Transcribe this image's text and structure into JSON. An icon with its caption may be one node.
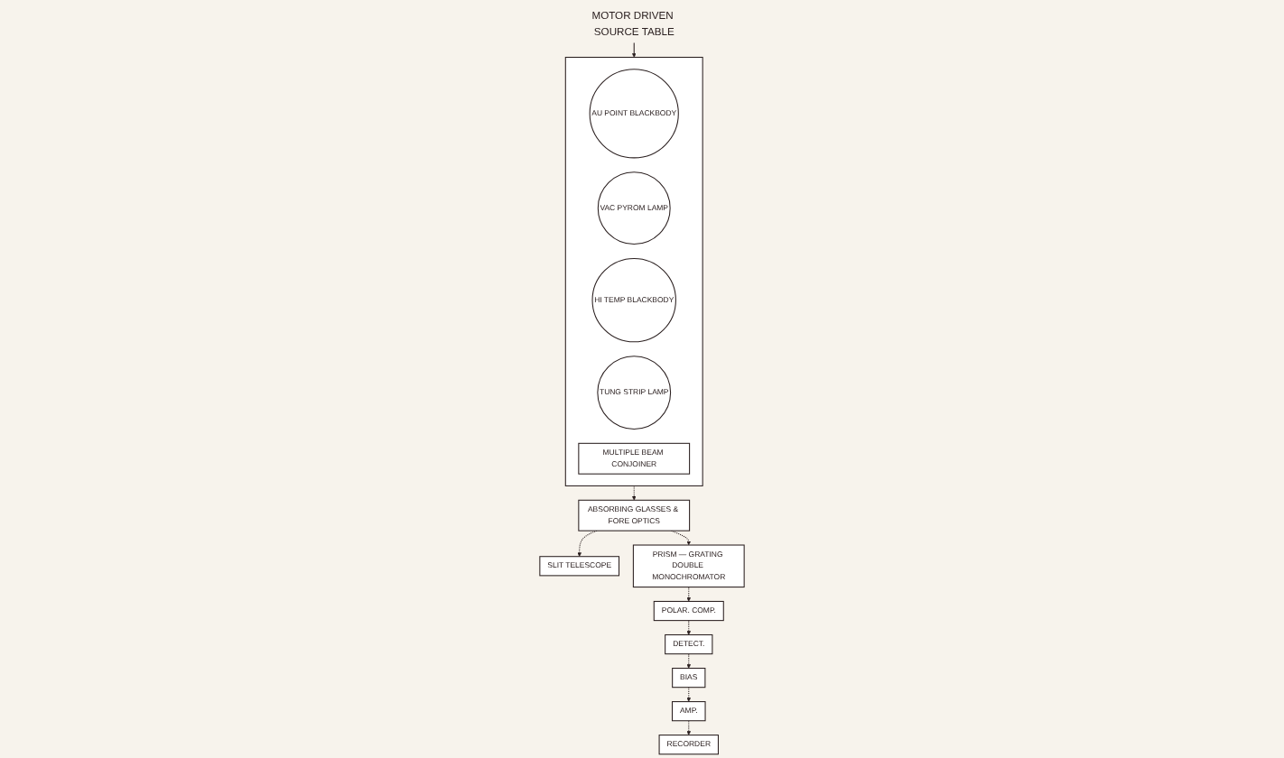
{
  "diagram": {
    "nodes": [
      {
        "text": [
          "MOTOR DRIVEN SOURCE TABLE"
        ]
      },
      {
        "text": [],
        "shape": "box"
      },
      {
        "text": [
          "AU POINT BLACKBODY"
        ],
        "in": 1
      },
      {
        "text": [
          "VAC PYROM LAMP"
        ],
        "in": 1
      },
      {
        "text": [
          "HI TEMP BLACKBODY"
        ],
        "in": 1
      },
      {
        "text": [
          "TUNG STRIP LAMP"
        ],
        "in": 1
      },
      {
        "text": [
          "MULTIPLE BEAM CONJOINER"
        ],
        "in": 1
      },
      {
        "text": [
          "ABSORBING GLASSES & FORE OPTICS"
        ]
      },
      {
        "text": [
          "SLIT TELESCOPE"
        ]
      },
      {
        "text": [
          "PRISM — GRATING DOUBLE MONOCHROMATOR"
        ]
      },
      {
        "text": [
          "POLAR. COMP."
        ]
      },
      {
        "text": [
          "DETECT."
        ]
      },
      {
        "text": [
          "BIAS"
        ]
      },
      {
        "text": [
          "AMP."
        ]
      },
      {
        "text": [
          "RECORDER"
        ]
      }
    ],
    "edges": [
      {
        "from": 0,
        "to": 1,
        "arrow": "to"
      },
      {
        "from": 1,
        "to": 7,
        "arrow": "to",
        "style": "dashed"
      },
      {
        "from": 7,
        "to": 8,
        "arrow": "to",
        "style": "dashed"
      },
      {
        "from": 7,
        "to": 9,
        "arrow": "to",
        "style": "dashed"
      },
      {
        "from": 9,
        "to": 10,
        "arrow": "to",
        "style": "dashed"
      },
      {
        "from": 10,
        "to": 11,
        "arrow": "to",
        "style": "dashed"
      },
      {
        "from": 11,
        "to": 12,
        "arrow": "to",
        "style": "dashed"
      },
      {
        "from": 12,
        "to": 13,
        "arrow": "to",
        "style": "dashed"
      },
      {
        "from": 13,
        "to": 14,
        "arrow": "to",
        "style": "dashed"
      }
    ]
  }
}
